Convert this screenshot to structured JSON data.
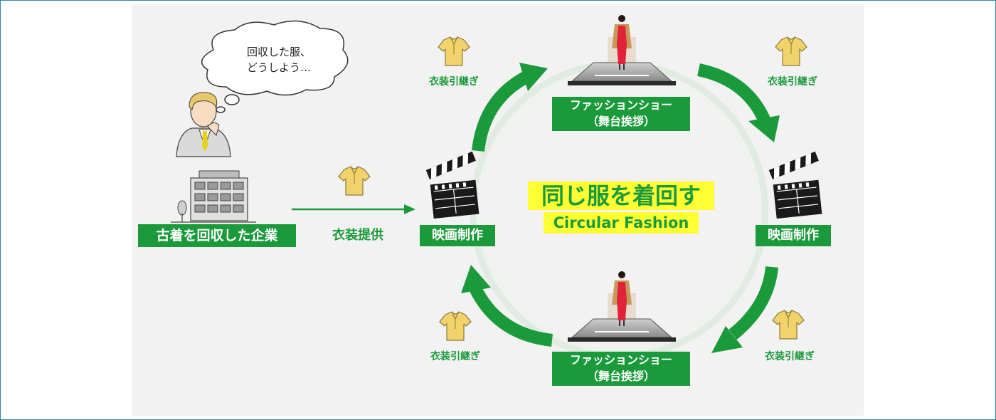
{
  "company": {
    "thought": [
      "回収した服、",
      "どうしよう…"
    ],
    "label": "古着を回収した企業"
  },
  "supply": {
    "label": "衣装提供"
  },
  "center": {
    "title": "同じ服を着回す",
    "subtitle": "Circular Fashion"
  },
  "nodes": {
    "film_left": "映画制作",
    "film_right": "映画制作",
    "show_top": [
      "ファッションショー",
      "（舞台挨拶）"
    ],
    "show_bottom": [
      "ファッションショー",
      "（舞台挨拶）"
    ]
  },
  "handoff": {
    "top_left": "衣装引継ぎ",
    "top_right": "衣装引継ぎ",
    "bottom_left": "衣装引継ぎ",
    "bottom_right": "衣装引継ぎ"
  },
  "colors": {
    "green": "#1a9a3a",
    "highlight": "#ffff33",
    "shirt": "#f2d36b"
  }
}
